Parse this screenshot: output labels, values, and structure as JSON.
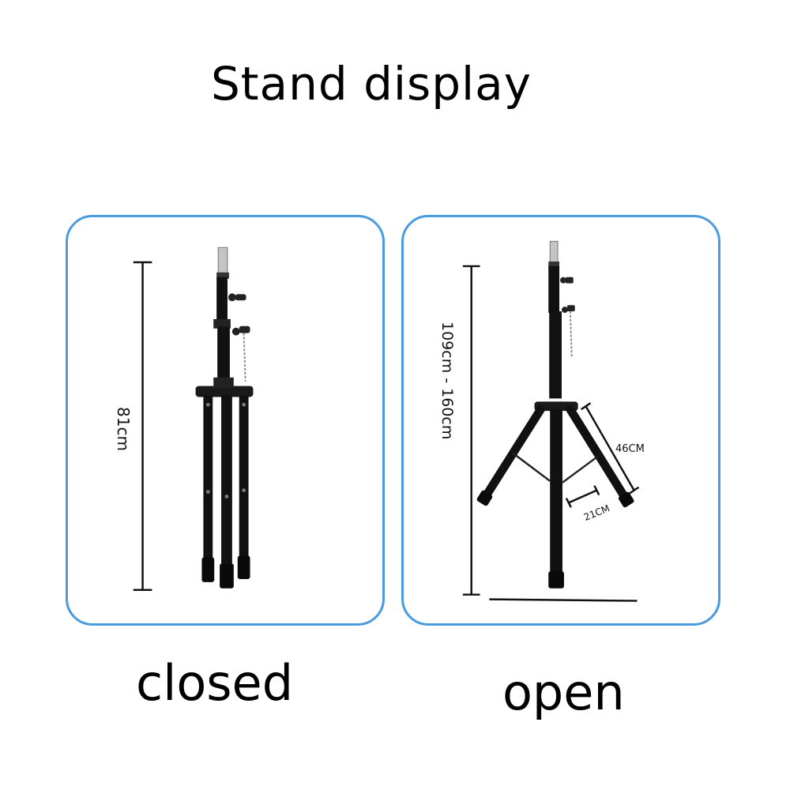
{
  "title": "Stand display",
  "closed": {
    "caption": "closed",
    "height_label": "81cm"
  },
  "open": {
    "caption": "open",
    "height_label": "109cm - 160cm",
    "leg_label": "46CM",
    "brace_label": "21CM"
  },
  "colors": {
    "panel_border": "#4a9be0",
    "stand": "#111111",
    "metal": "#b8b8b8"
  },
  "icons": [
    "closed-tripod-stand-icon",
    "open-tripod-stand-icon"
  ]
}
